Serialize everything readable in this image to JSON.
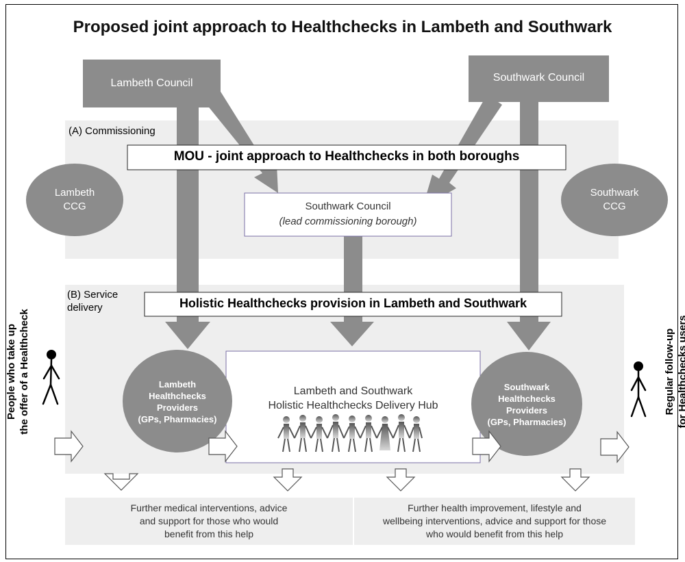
{
  "title": "Proposed joint approach to Healthchecks in Lambeth and Southwark",
  "councils": {
    "lambeth": "Lambeth Council",
    "southwark": "Southwark Council"
  },
  "commissioning": {
    "label": "(A) Commissioning",
    "mou": "MOU - joint approach to Healthchecks in both boroughs",
    "lead_title": "Southwark Council",
    "lead_subtitle": "(lead commissioning borough)",
    "lambeth_ccg": [
      "Lambeth",
      "CCG"
    ],
    "southwark_ccg": [
      "Southwark",
      "CCG"
    ]
  },
  "service": {
    "label": [
      "(B) Service",
      "delivery"
    ],
    "banner": "Holistic Healthchecks provision in Lambeth and Southwark",
    "hub": [
      "Lambeth and Southwark",
      "Holistic Healthchecks Delivery Hub"
    ],
    "lambeth_providers": [
      "Lambeth",
      "Healthchecks",
      "Providers",
      "(GPs, Pharmacies)"
    ],
    "southwark_providers": [
      "Southwark",
      "Healthchecks",
      "Providers",
      "(GPs, Pharmacies)"
    ]
  },
  "side_labels": {
    "left": [
      "People who take up",
      "the offer of a Healthcheck"
    ],
    "right": [
      "Regular follow-up",
      "for Healthchecks users"
    ]
  },
  "outcomes": {
    "medical": [
      "Further medical interventions, advice",
      "and support for those who would",
      "benefit from this help"
    ],
    "health": [
      "Further health improvement, lifestyle and",
      "wellbeing interventions, advice and support for those",
      "who would benefit from this help"
    ]
  },
  "colors": {
    "shape_gray": "#8c8c8c",
    "panel_gray": "#eeeeee",
    "hub_border": "#7a6fa6"
  },
  "icons": [
    "walking-person-icon",
    "standing-person-icon",
    "people-chain-icon",
    "arrow-right-outline-icon",
    "arrow-down-outline-icon"
  ]
}
